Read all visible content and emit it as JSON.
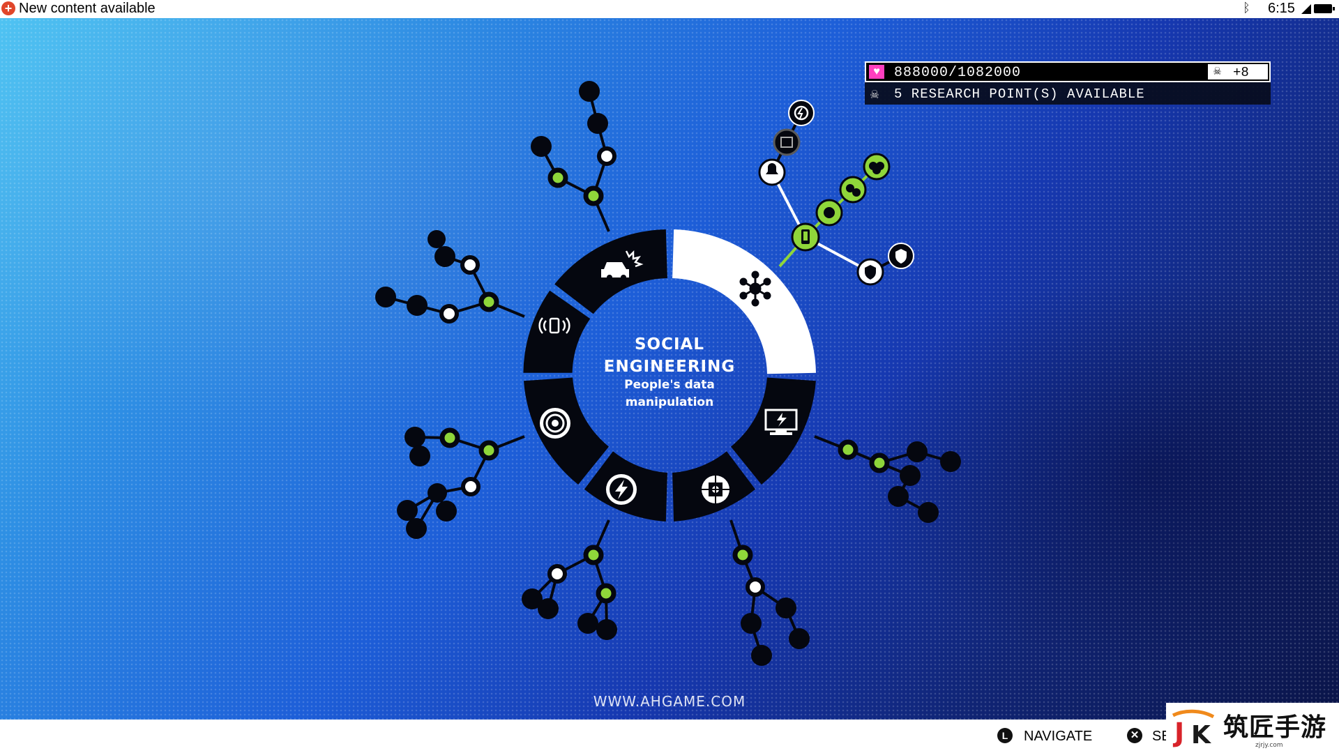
{
  "status_bar": {
    "notification": "New content available",
    "time": "6:15"
  },
  "hud": {
    "xp": "888000/1082000",
    "bonus": "+8",
    "research_points": "5 RESEARCH POINT(S) AVAILABLE"
  },
  "wheel": {
    "selected_title": "SOCIAL ENGINEERING",
    "selected_subtitle": "People's data manipulation",
    "categories": [
      {
        "name": "social-engineering",
        "icon": "social-network-icon",
        "selected": true
      },
      {
        "name": "hacking",
        "icon": "monitor-bolt-icon",
        "selected": false
      },
      {
        "name": "security",
        "icon": "brain-chip-icon",
        "selected": false
      },
      {
        "name": "power",
        "icon": "lightning-icon",
        "selected": false
      },
      {
        "name": "tracking",
        "icon": "target-icon",
        "selected": false
      },
      {
        "name": "communication",
        "icon": "phone-signal-icon",
        "selected": false
      },
      {
        "name": "vehicles",
        "icon": "car-crash-icon",
        "selected": false
      }
    ]
  },
  "footer": {
    "watermark": "WWW.AHGAME.COM",
    "navigate_label": "NAVIGATE",
    "select_label": "SE",
    "navigate_button": "L"
  },
  "logo": {
    "text": "筑匠手游",
    "url": "zjrjy.com"
  },
  "colors": {
    "accent_green": "#8fd63a",
    "xp_pink": "#ff3fbf",
    "node_dark": "#05070f",
    "panel_bg": "#080c1c"
  }
}
